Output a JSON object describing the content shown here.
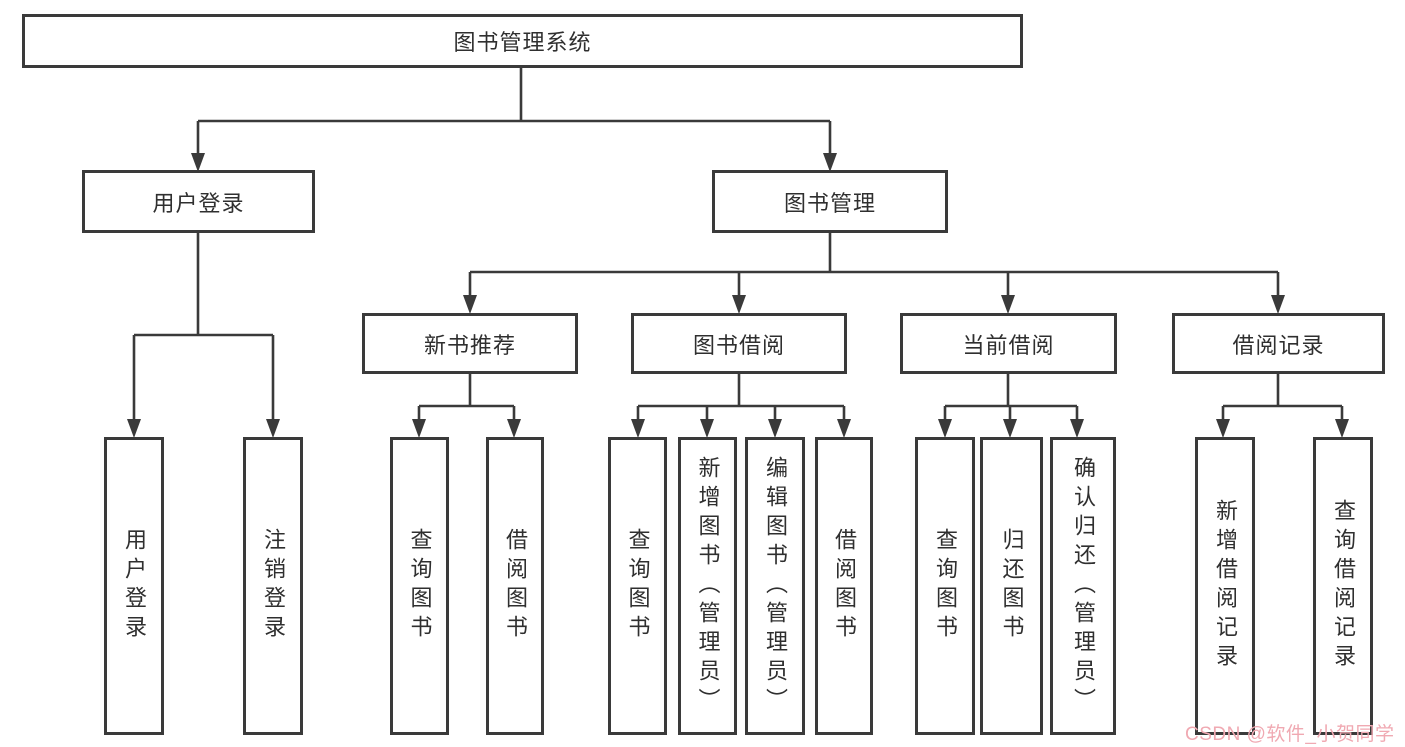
{
  "diagram": {
    "root": {
      "label": "图书管理系统"
    },
    "branches": [
      {
        "label": "用户登录",
        "children": [
          {
            "label": "用户登录"
          },
          {
            "label": "注销登录"
          }
        ]
      },
      {
        "label": "图书管理",
        "children": [
          {
            "label": "新书推荐",
            "children": [
              {
                "label": "查询图书"
              },
              {
                "label": "借阅图书"
              }
            ]
          },
          {
            "label": "图书借阅",
            "children": [
              {
                "label": "查询图书"
              },
              {
                "label": "新增图书（管理员）"
              },
              {
                "label": "编辑图书（管理员）"
              },
              {
                "label": "借阅图书"
              }
            ]
          },
          {
            "label": "当前借阅",
            "children": [
              {
                "label": "查询图书"
              },
              {
                "label": "归还图书"
              },
              {
                "label": "确认归还（管理员）"
              }
            ]
          },
          {
            "label": "借阅记录",
            "children": [
              {
                "label": "新增借阅记录"
              },
              {
                "label": "查询借阅记录"
              }
            ]
          }
        ]
      }
    ]
  },
  "watermark": {
    "text": "CSDN @软件_小贺同学"
  },
  "colors": {
    "line": "#3a3a3a",
    "box_border": "#3a3a3a",
    "text": "#2f2f2f",
    "watermark": "#f0a9b2",
    "background": "#ffffff"
  }
}
